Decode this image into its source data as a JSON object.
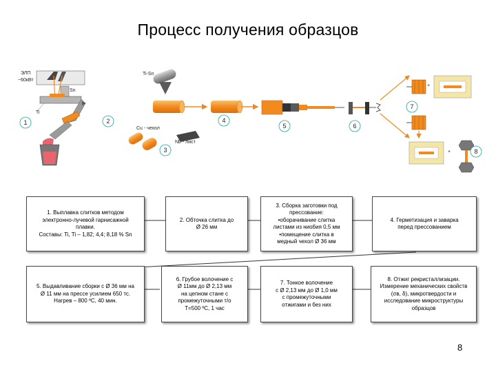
{
  "title": "Процесс получения образцов",
  "illustration": {
    "labels": {
      "elp": "ЭЛП",
      "power": "~60кВт",
      "sn": "Sn",
      "ti": "Ti",
      "tisn": "Ti-Sn",
      "cu_shell": "Cu - чехол",
      "nb_foil": "Nb - лист"
    },
    "markers": [
      "1",
      "2",
      "3",
      "4",
      "5",
      "6",
      "7",
      "8"
    ]
  },
  "steps": [
    {
      "id": "step-1",
      "text": "1. Выплавка слитков методом\nэлектронно-лучевой гарнисажной\nплавки.\nСоставы: Ti, Ti – 1,82; 4,4; 8,18 % Sn"
    },
    {
      "id": "step-2",
      "text": "2. Обточка слитка до\nØ 26 мм"
    },
    {
      "id": "step-3",
      "text": "3. Сборка заготовки под\nпрессование:\n•оборачивание слитка\nлистами из ниобия 0,5 мм\n•помещение слитка в\nмедный чехол Ø 36 мм"
    },
    {
      "id": "step-4",
      "text": "4. Герметизация и заварка\nперед прессованием"
    },
    {
      "id": "step-5",
      "text": "5. Выдавливание сборки с Ø 36 мм на\nØ 11 мм на прессе усилием 650 тс.\nНагрев – 800 ºС, 40 мин."
    },
    {
      "id": "step-6",
      "text": "6. Грубое волочение с\nØ 11мм до Ø 2,13 мм\nна цепном стане с\nпромежуточными т/о\nТ=500 ºС, 1 час"
    },
    {
      "id": "step-7",
      "text": "7. Тонкое волочение\nс Ø 2,13 мм до Ø 1,0 мм\nс промежуточными\nотжигами и без них"
    },
    {
      "id": "step-8",
      "text": "8. Отжиг рекристаллизации.\nИзмерение механических свойств\n(σв, δ), микротвердости и\nисследование микроструктуры\nобразцов"
    }
  ],
  "slide_number": "8",
  "colors": {
    "orange": "#f28a1e",
    "orange_light": "#f9b35a",
    "pink": "#e8646e",
    "beige": "#f3e6a7",
    "teal": "#1aa3a3",
    "gray": "#8a8a8a"
  }
}
